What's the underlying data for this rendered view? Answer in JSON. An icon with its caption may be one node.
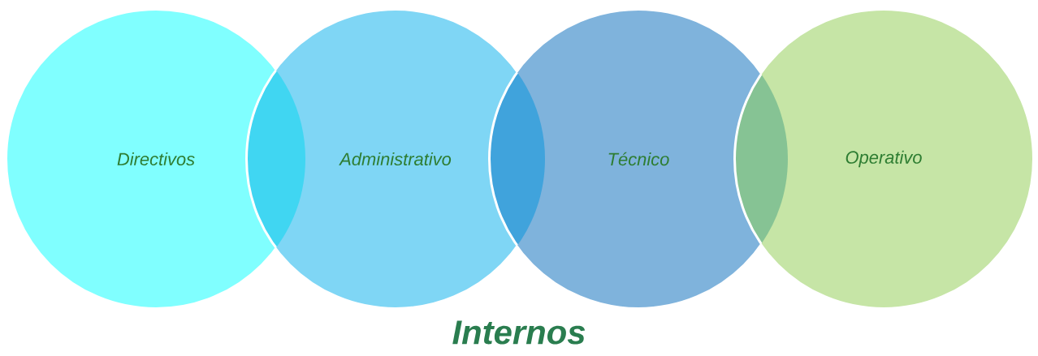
{
  "diagram": {
    "title": "Internos",
    "nodes": [
      {
        "text": [
          "Directivos"
        ]
      },
      {
        "text": [
          "Administrativo"
        ]
      },
      {
        "text": [
          "Técnico"
        ]
      },
      {
        "text": [
          "Operativo"
        ]
      }
    ]
  }
}
